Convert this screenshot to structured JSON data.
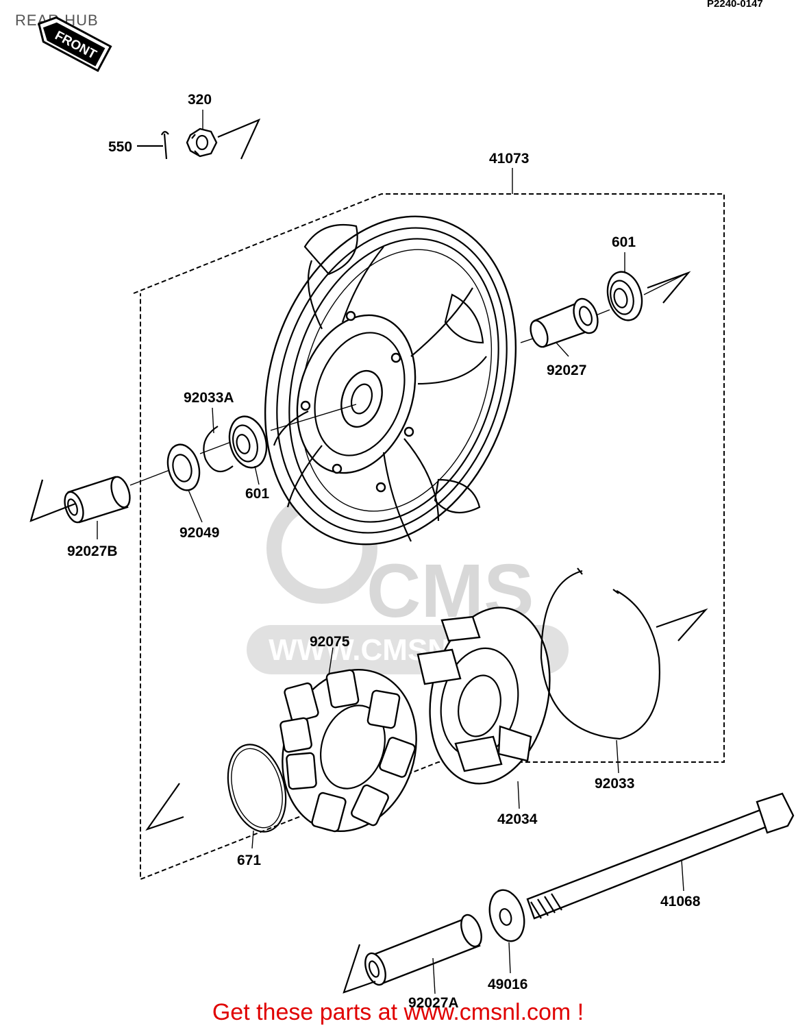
{
  "diagram": {
    "title": "REAR HUB",
    "ref_code": "P2240-0147",
    "front_badge": "FRONT",
    "watermark": {
      "brand": "CMS",
      "url": "WWW.CMSNL.COM"
    },
    "promo": "Get these parts at www.cmsnl.com !",
    "callouts": [
      {
        "id": "320",
        "label": "320"
      },
      {
        "id": "550",
        "label": "550"
      },
      {
        "id": "41073",
        "label": "41073"
      },
      {
        "id": "601-right",
        "label": "601"
      },
      {
        "id": "92027",
        "label": "92027"
      },
      {
        "id": "92033A",
        "label": "92033A"
      },
      {
        "id": "601-left",
        "label": "601"
      },
      {
        "id": "92049",
        "label": "92049"
      },
      {
        "id": "92027B",
        "label": "92027B"
      },
      {
        "id": "92075",
        "label": "92075"
      },
      {
        "id": "671",
        "label": "671"
      },
      {
        "id": "42034",
        "label": "42034"
      },
      {
        "id": "92033",
        "label": "92033"
      },
      {
        "id": "41068",
        "label": "41068"
      },
      {
        "id": "49016",
        "label": "49016"
      },
      {
        "id": "92027A",
        "label": "92027A"
      }
    ]
  }
}
